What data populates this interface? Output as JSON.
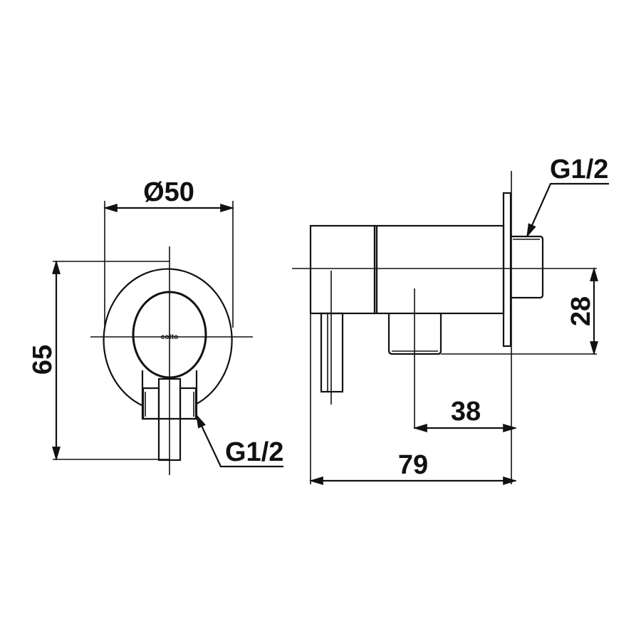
{
  "drawing": {
    "type": "technical-dimension-drawing",
    "stroke_color": "#111111",
    "background": "#ffffff",
    "front_view": {
      "logo_text": "cotto",
      "dimensions": {
        "diameter": "Ø50",
        "height": "65"
      },
      "thread_label": "G1/2"
    },
    "side_view": {
      "dimensions": {
        "outlet_height": "28",
        "outlet_offset": "38",
        "total_depth": "79"
      },
      "thread_label": "G1/2"
    }
  }
}
